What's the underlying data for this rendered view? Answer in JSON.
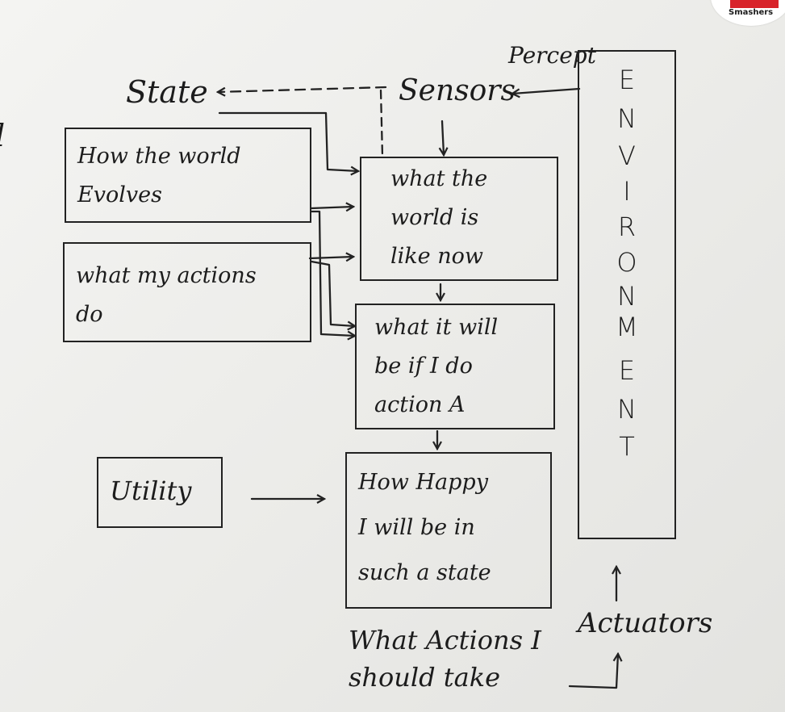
{
  "labels": {
    "state": "State",
    "sensors": "Sensors",
    "percept": "Percept",
    "actuators": "Actuators",
    "what_actions": "What Actions I\nshould take",
    "edge_mark": "l"
  },
  "boxes": {
    "world_evolves": "How the world\n   Evolves",
    "my_actions": "what my actions\n   do",
    "world_now": "what the\nworld is\nlike now",
    "what_if": "what it will\nbe if I do\naction A",
    "utility": "Utility",
    "how_happy": "How Happy\nI will be in\nsuch a state"
  },
  "environment": [
    "E",
    "N",
    "V",
    "I",
    "R",
    "O",
    "N",
    "M",
    "E",
    "N",
    "T"
  ],
  "logo": {
    "text": "Smashers",
    "color": "#d8232a"
  }
}
